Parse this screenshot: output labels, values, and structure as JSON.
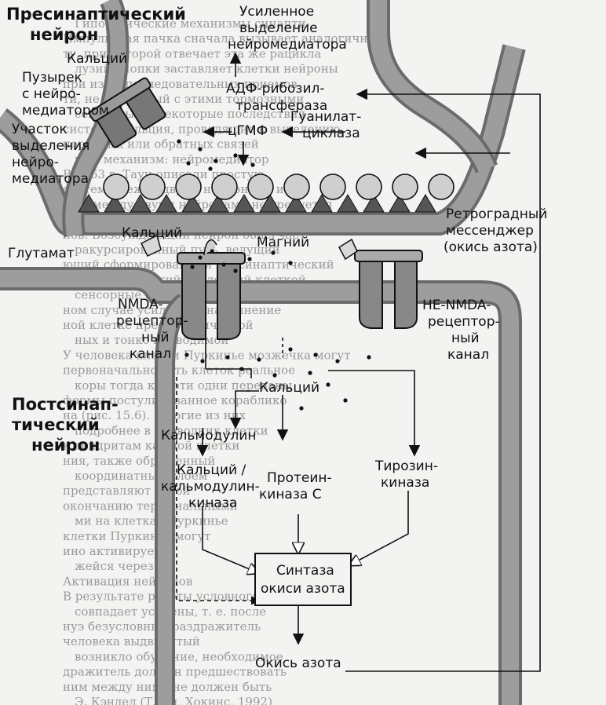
{
  "labels": {
    "presynaptic": [
      "Пресинаптический",
      "нейрон"
    ],
    "enhanced_release": [
      "Усиленное",
      "выделение",
      "нейромедиатора"
    ],
    "calcium_top": "Кальций",
    "vesicle": [
      "Пузырек",
      "с нейро-",
      "медиатором"
    ],
    "release_site": [
      "Участок",
      "выделения",
      "нейро-",
      "медиатора"
    ],
    "adp_rt": [
      "АДФ-рибозил-",
      "трансфераза"
    ],
    "guanylate": [
      "Гуанилат-",
      "циклаза"
    ],
    "cgmp": "цГМФ",
    "calcium_mid": "Кальций",
    "magnesium": "Магний",
    "glutamate": "Глутамат",
    "retrograde": [
      "Ретроградный",
      "мессенджер",
      "(окись азота)"
    ],
    "nmda": [
      "NMDA-",
      "рецептор-",
      "ный",
      "канал"
    ],
    "non_nmda": [
      "НЕ-NMDA-",
      "рецептор-",
      "ный",
      "канал"
    ],
    "calcium_bottom": "Кальций",
    "postsynaptic": [
      "Постсинап-",
      "тический",
      "нейрон"
    ],
    "calmodulin": "Кальмодулин",
    "camk": [
      "Кальций /",
      "кальмодулин-",
      "киназа"
    ],
    "pkc": [
      "Протеин-",
      "киназа С"
    ],
    "tyrosine": [
      "Тирозин-",
      "киназа"
    ],
    "nos": [
      "Синтаза",
      "окиси азота"
    ],
    "no": "Окись азота"
  },
  "background_text": [
    "Гипотетические механизмы синапти-",
    "Импульсная пачка сначала вызывает аналогичную",
    "ту, при которой отвечает эта же рацикла",
    "лузий кнопки заставляет клетки нейроны",
    "при из-за последовательных приемов",
    "ти, не связанный с этими тормозными",
    "сенсорные и некоторые последствия",
    "системы кальция, проводящие к выделению",
    "нородных или обратных связей",
    "ный механизм: нейромедиатор",
    "В 1963 г. Таун описали простую",
    "систему между двумя нейронами и",
    "зи между двумя нейронами не требуется",
    "ны и провел тот синаптический",
    "нов. Возбуждающий нейрон облегчает",
    "ракурсированный путь, ведущий",
    "ющий сформированный пресинаптический",
    "пресинаптический последний клеткой",
    "сенсорные нейроны, облегченный",
    "ном случае усиленное наполнение",
    "ной клетке пресинаптической",
    "ных и тонко проводимой",
    "У человека клетки Пуркинье мозжечка могут",
    "первоначально есть клеток реальное",
    "коры тогда как эти одни переданы",
    "формы постулированное кораблико",
    "на (рис. 15.6). Многие из них",
    "подробнее в проводник клетки",
    "к дендритам каждой клетки",
    "ния, также обращенный",
    "координатным слоем",
    "представляют собой",
    "окончанию терминальными",
    "ми на клетках Пуркинье",
    "клетки Пуркинье могут",
    "ино активирует",
    "жейся через",
    "Активация нейронов",
    "В результате работы условного",
    "совпадает усилены, т. е. после",
    "нуэ безусловный раздражитель",
    "человека выдвинутый",
    "возникло обучение, необходимое",
    "дражитель должен предшествовать",
    "ним между ними не должен быть",
    "Э. Кэндел (Т. Ли, Хокинс, 1992)"
  ]
}
